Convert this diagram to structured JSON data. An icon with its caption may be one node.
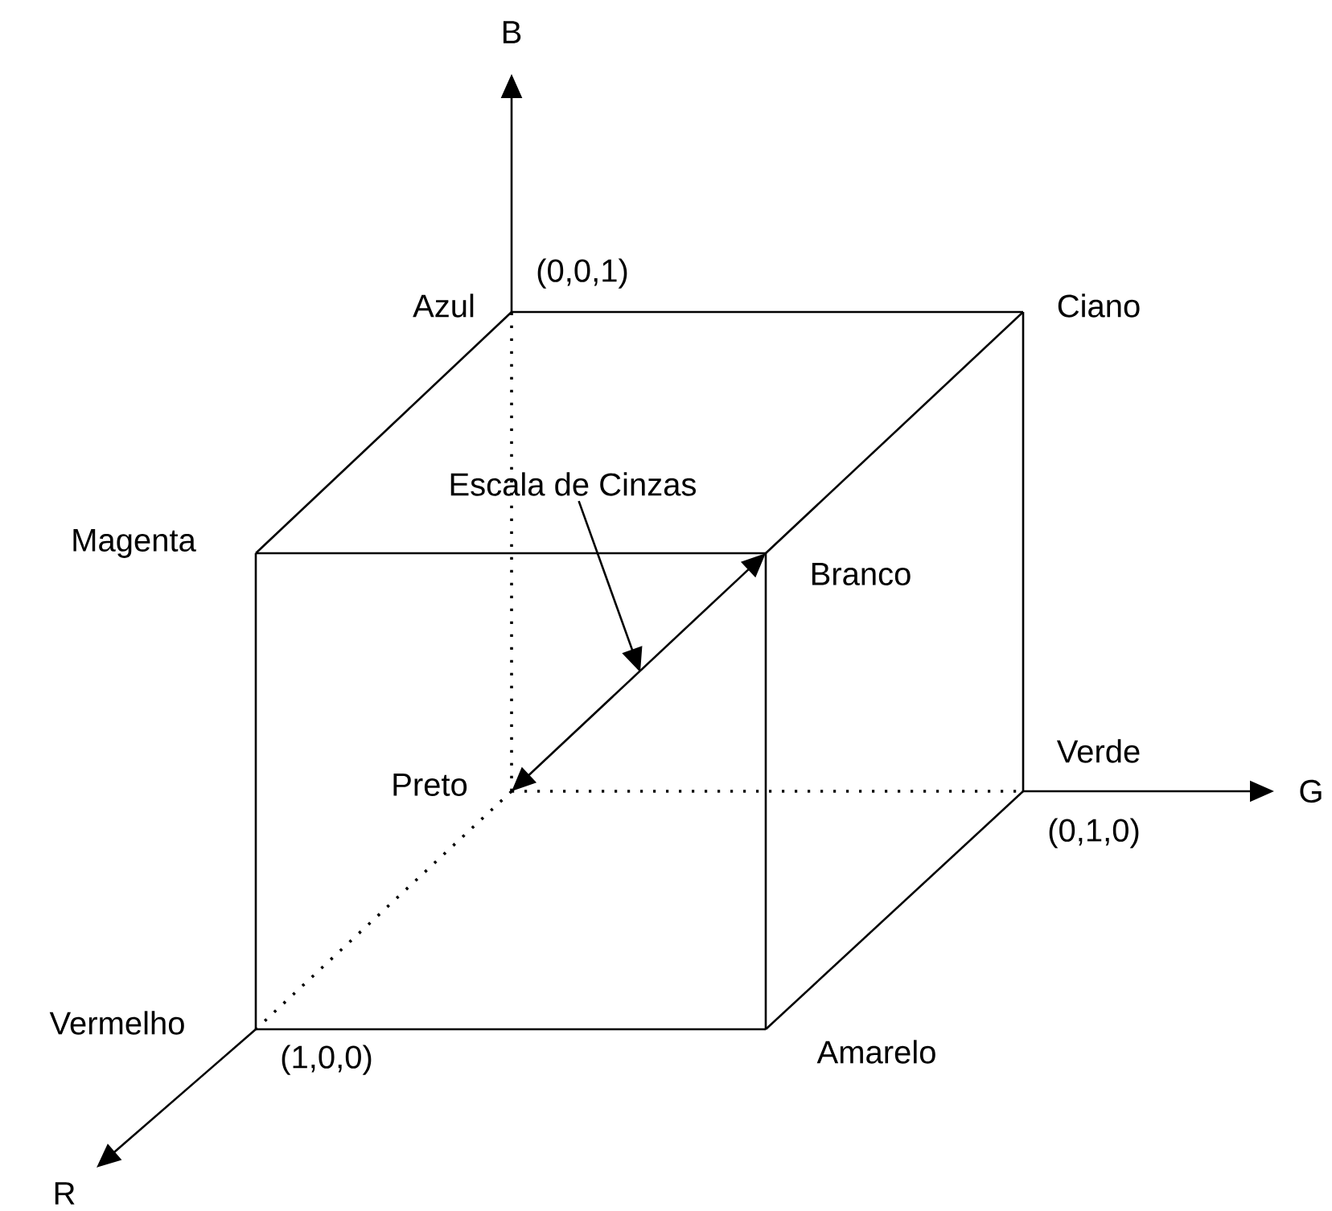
{
  "diagram": {
    "nodes": [
      {
        "text": [
          "Azul"
        ],
        "beside": [
          "(0,0,1)"
        ]
      },
      {
        "text": [
          "Ciano"
        ]
      },
      {
        "text": [
          "Magenta"
        ]
      },
      {
        "text": [
          "Branco"
        ]
      },
      {
        "text": [
          "Escala de Cinzas"
        ]
      },
      {
        "text": [
          "Preto"
        ]
      },
      {
        "text": [
          "Verde"
        ],
        "beside": [
          "(0,1,0)"
        ]
      },
      {
        "text": [
          "Vermelho"
        ],
        "beside": [
          "(1,0,0)"
        ]
      },
      {
        "text": [
          "Amarelo"
        ]
      }
    ],
    "edges": [
      {
        "from": 0,
        "to": 1,
        "arrow": "none"
      },
      {
        "from": 0,
        "to": 2,
        "arrow": "none"
      },
      {
        "from": 1,
        "to": 3,
        "arrow": "none"
      },
      {
        "from": 2,
        "to": 3,
        "arrow": "none"
      },
      {
        "from": 2,
        "to": 7,
        "arrow": "none"
      },
      {
        "from": 3,
        "to": 8,
        "arrow": "none"
      },
      {
        "from": 1,
        "to": 6,
        "arrow": "none"
      },
      {
        "from": 7,
        "to": 8,
        "arrow": "none"
      },
      {
        "from": 8,
        "to": 6,
        "arrow": "none"
      },
      {
        "from": 5,
        "to": 0,
        "arrow": "none",
        "style": "dashed"
      },
      {
        "from": 5,
        "to": 6,
        "arrow": "none",
        "style": "dashed"
      },
      {
        "from": 5,
        "to": 7,
        "arrow": "none",
        "style": "dashed"
      },
      {
        "from": 5,
        "to": 3,
        "arrow": "both"
      },
      {
        "from": 4,
        "to": null,
        "arrow": "to"
      }
    ],
    "labels": [
      "B",
      "G",
      "R"
    ]
  }
}
